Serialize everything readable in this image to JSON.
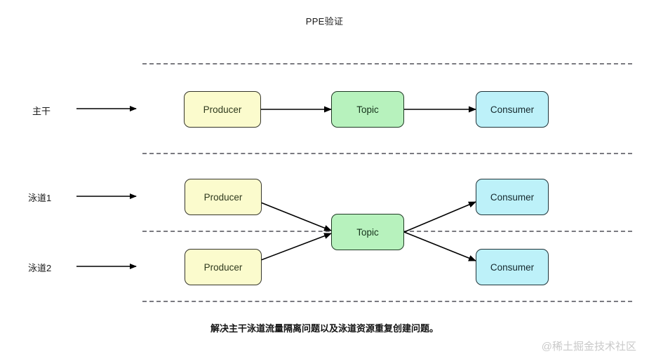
{
  "diagram": {
    "title": "PPE验证",
    "caption": "解决主干泳道流量隔离问题以及泳道资源重复创建问题。",
    "watermark": "@稀土掘金技术社区",
    "colors": {
      "producer_fill": "#fbfbcd",
      "topic_fill": "#b7f2bd",
      "consumer_fill": "#bdf1f9",
      "stroke": "#2b2b2b",
      "divider": "#7a7a80",
      "background": "#ffffff",
      "watermark": "#c9c9c9"
    },
    "lanes": [
      {
        "id": "trunk",
        "label": "主干"
      },
      {
        "id": "swimlane-1",
        "label": "泳道1"
      },
      {
        "id": "swimlane-2",
        "label": "泳道2"
      }
    ],
    "nodes": [
      {
        "id": "producer-trunk",
        "label": "Producer",
        "kind": "producer",
        "lane": "trunk"
      },
      {
        "id": "topic-trunk",
        "label": "Topic",
        "kind": "topic",
        "lane": "trunk"
      },
      {
        "id": "consumer-trunk",
        "label": "Consumer",
        "kind": "consumer",
        "lane": "trunk"
      },
      {
        "id": "producer-lane1",
        "label": "Producer",
        "kind": "producer",
        "lane": "swimlane-1"
      },
      {
        "id": "consumer-lane1",
        "label": "Consumer",
        "kind": "consumer",
        "lane": "swimlane-1"
      },
      {
        "id": "producer-lane2",
        "label": "Producer",
        "kind": "producer",
        "lane": "swimlane-2"
      },
      {
        "id": "consumer-lane2",
        "label": "Consumer",
        "kind": "consumer",
        "lane": "swimlane-2"
      },
      {
        "id": "topic-shared",
        "label": "Topic",
        "kind": "topic",
        "lane": "shared"
      }
    ],
    "edges": [
      {
        "from": "producer-trunk",
        "to": "topic-trunk"
      },
      {
        "from": "topic-trunk",
        "to": "consumer-trunk"
      },
      {
        "from": "producer-lane1",
        "to": "topic-shared"
      },
      {
        "from": "producer-lane2",
        "to": "topic-shared"
      },
      {
        "from": "topic-shared",
        "to": "consumer-lane1"
      },
      {
        "from": "topic-shared",
        "to": "consumer-lane2"
      }
    ],
    "divider_count": 4
  }
}
